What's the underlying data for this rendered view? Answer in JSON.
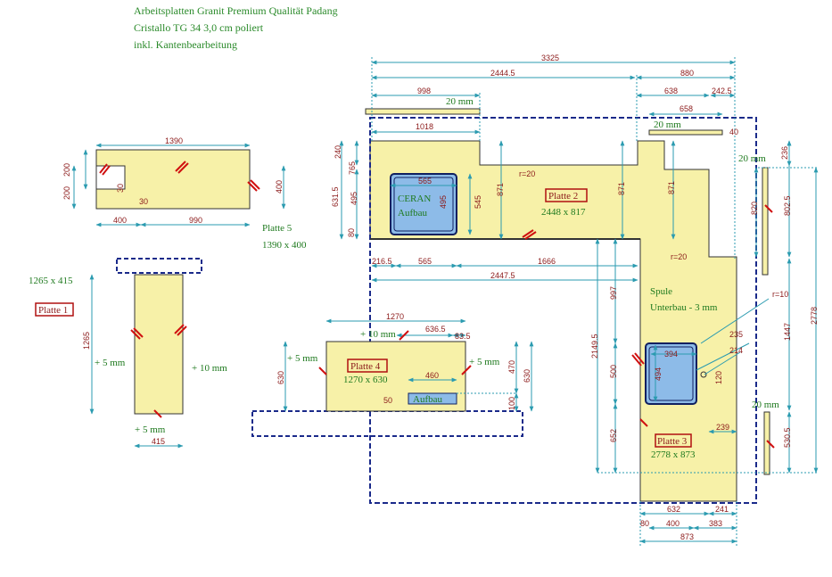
{
  "header": {
    "line1": "Arbeitsplatten  Granit  Premium  Qualität  Padang",
    "line2": "Cristallo TG 34 3,0 cm poliert",
    "line3": "inkl. Kantenbearbeitung"
  },
  "plates": {
    "p1": {
      "label": "Platte 1",
      "size": "1265 x 415"
    },
    "p2": {
      "label": "Platte 2",
      "size": "2448 x 817"
    },
    "p3": {
      "label": "Platte 3",
      "size": "2778 x 873"
    },
    "p4": {
      "label": "Platte 4",
      "size": "1270 x 630"
    },
    "p5": {
      "label": "Platte 5",
      "size": "1390 x 400"
    }
  },
  "notes": {
    "ceran1": "CERAN",
    "ceran2": "Aufbau",
    "aufbau": "Aufbau",
    "spule1": "Spule",
    "spule2": "Unterbau - 3 mm",
    "plus5": "+ 5 mm",
    "plus10": "+ 10 mm",
    "mm20": "20 mm",
    "r20": "r=20",
    "r10": "r=10"
  },
  "dims": {
    "d3325": "3325",
    "d2444_5": "2444.5",
    "d880": "880",
    "d998": "998",
    "d638": "638",
    "d242_5": "242.5",
    "d658": "658",
    "d1018": "1018",
    "d40": "40",
    "d236": "236",
    "d240": "240",
    "d765": "765",
    "d631_5": "631.5",
    "d495": "495",
    "d545": "545",
    "d565": "565",
    "d871": "871",
    "d820": "820",
    "d802_5": "802.5",
    "d2778": "2778",
    "d216_5": "216.5",
    "d1666": "1666",
    "d2447_5": "2447.5",
    "d1447": "1447",
    "d997": "997",
    "d2149_5": "2149.5",
    "d500": "500",
    "d652": "652",
    "d394": "394",
    "d494": "494",
    "d235": "235",
    "d214": "214",
    "d120": "120",
    "d239": "239",
    "d530_5": "530.5",
    "d632": "632",
    "d241": "241",
    "d400": "400",
    "d383": "383",
    "d873": "873",
    "d80": "80",
    "d1390": "1390",
    "d990": "990",
    "d200": "200",
    "d30": "30",
    "d1265": "1265",
    "d415": "415",
    "d1270": "1270",
    "d636_5": "636.5",
    "d83_5": "83.5",
    "d630": "630",
    "d460": "460",
    "d470": "470",
    "d50": "50",
    "d100": "100"
  }
}
